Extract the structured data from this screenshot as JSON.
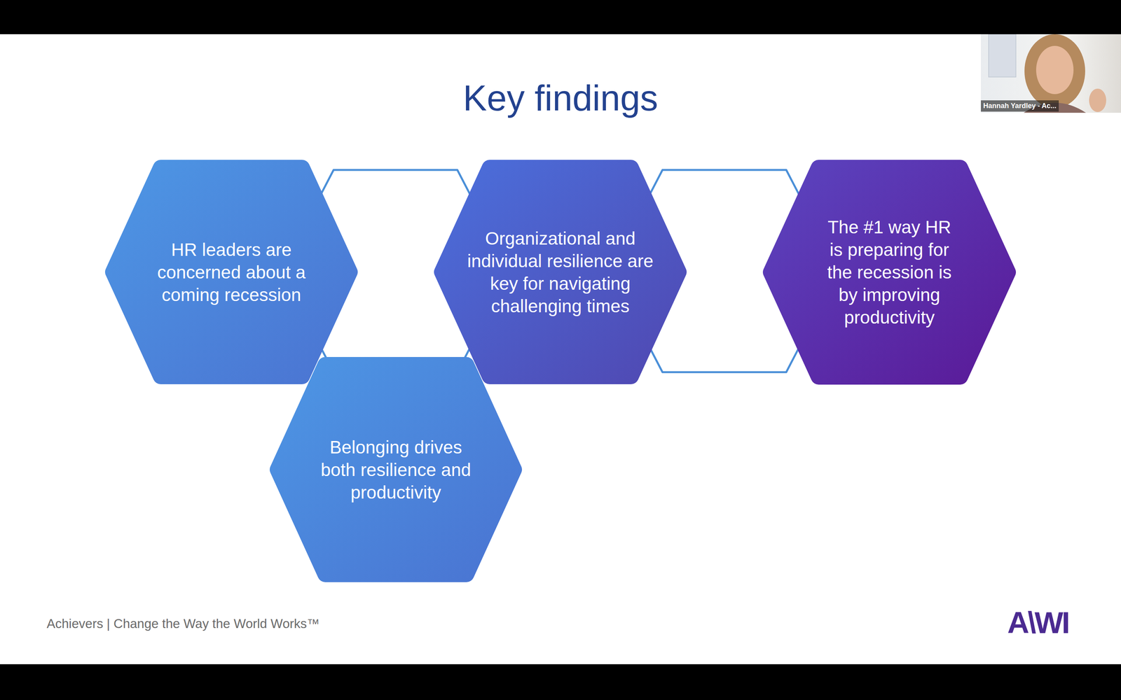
{
  "diagram": {
    "title": "Key findings",
    "nodes": [
      {
        "text": [
          "HR leaders are concerned about a coming recession"
        ]
      },
      {
        "text": [
          "Organizational and individual resilience are key for navigating challenging times"
        ]
      },
      {
        "text": [
          "The #1 way HR is preparing for the recession is by improving productivity"
        ]
      },
      {
        "text": [
          "Belonging drives both resilience and productivity"
        ]
      }
    ],
    "labels": [
      "Achievers | Change the Way the World Works™",
      "A\\WI",
      "Hannah Yardley - Ac..."
    ]
  }
}
